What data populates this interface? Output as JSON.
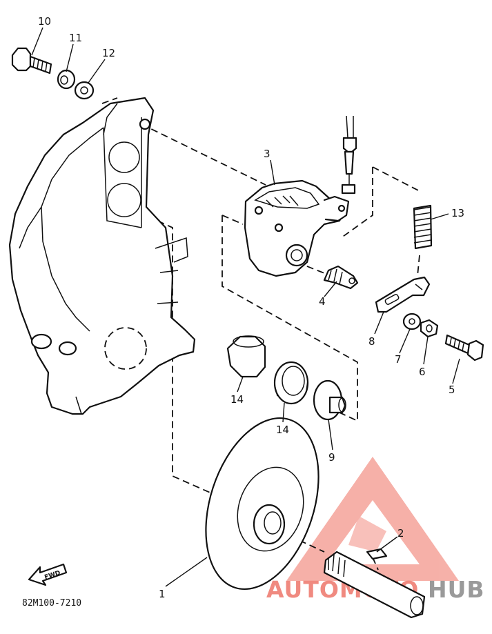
{
  "callouts": {
    "c1": "1",
    "c2": "2",
    "c3": "3",
    "c4": "4",
    "c5": "5",
    "c6": "6",
    "c7": "7",
    "c8": "8",
    "c9": "9",
    "c10": "10",
    "c11": "11",
    "c12": "12",
    "c13": "13",
    "c14a": "14",
    "c14b": "14"
  },
  "drawing_code": "82M100-7210",
  "fwd_arrow_label": "FWD",
  "watermark": {
    "part1": "AUTOMOTO",
    "part2": "HUB",
    "color_primary": "#f08a80",
    "color_secondary": "#9a9a9a"
  },
  "colors": {
    "line": "#111111",
    "paper": "#ffffff"
  }
}
